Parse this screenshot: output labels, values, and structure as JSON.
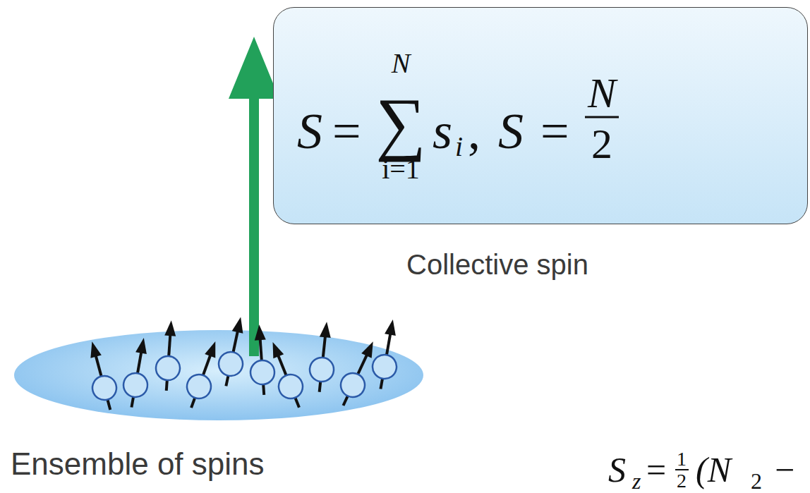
{
  "diagram": {
    "nodes": [
      {
        "text": [
          "S⃗",
          "=",
          "N",
          "∑",
          "i=1",
          "s⃗",
          "i",
          ",",
          "S",
          "=",
          "N",
          "2"
        ]
      }
    ],
    "labels": [
      "Collective spin",
      "Ensemble of spins",
      "S",
      "z",
      "=",
      "1",
      "2",
      "(N",
      "2",
      "−"
    ]
  }
}
